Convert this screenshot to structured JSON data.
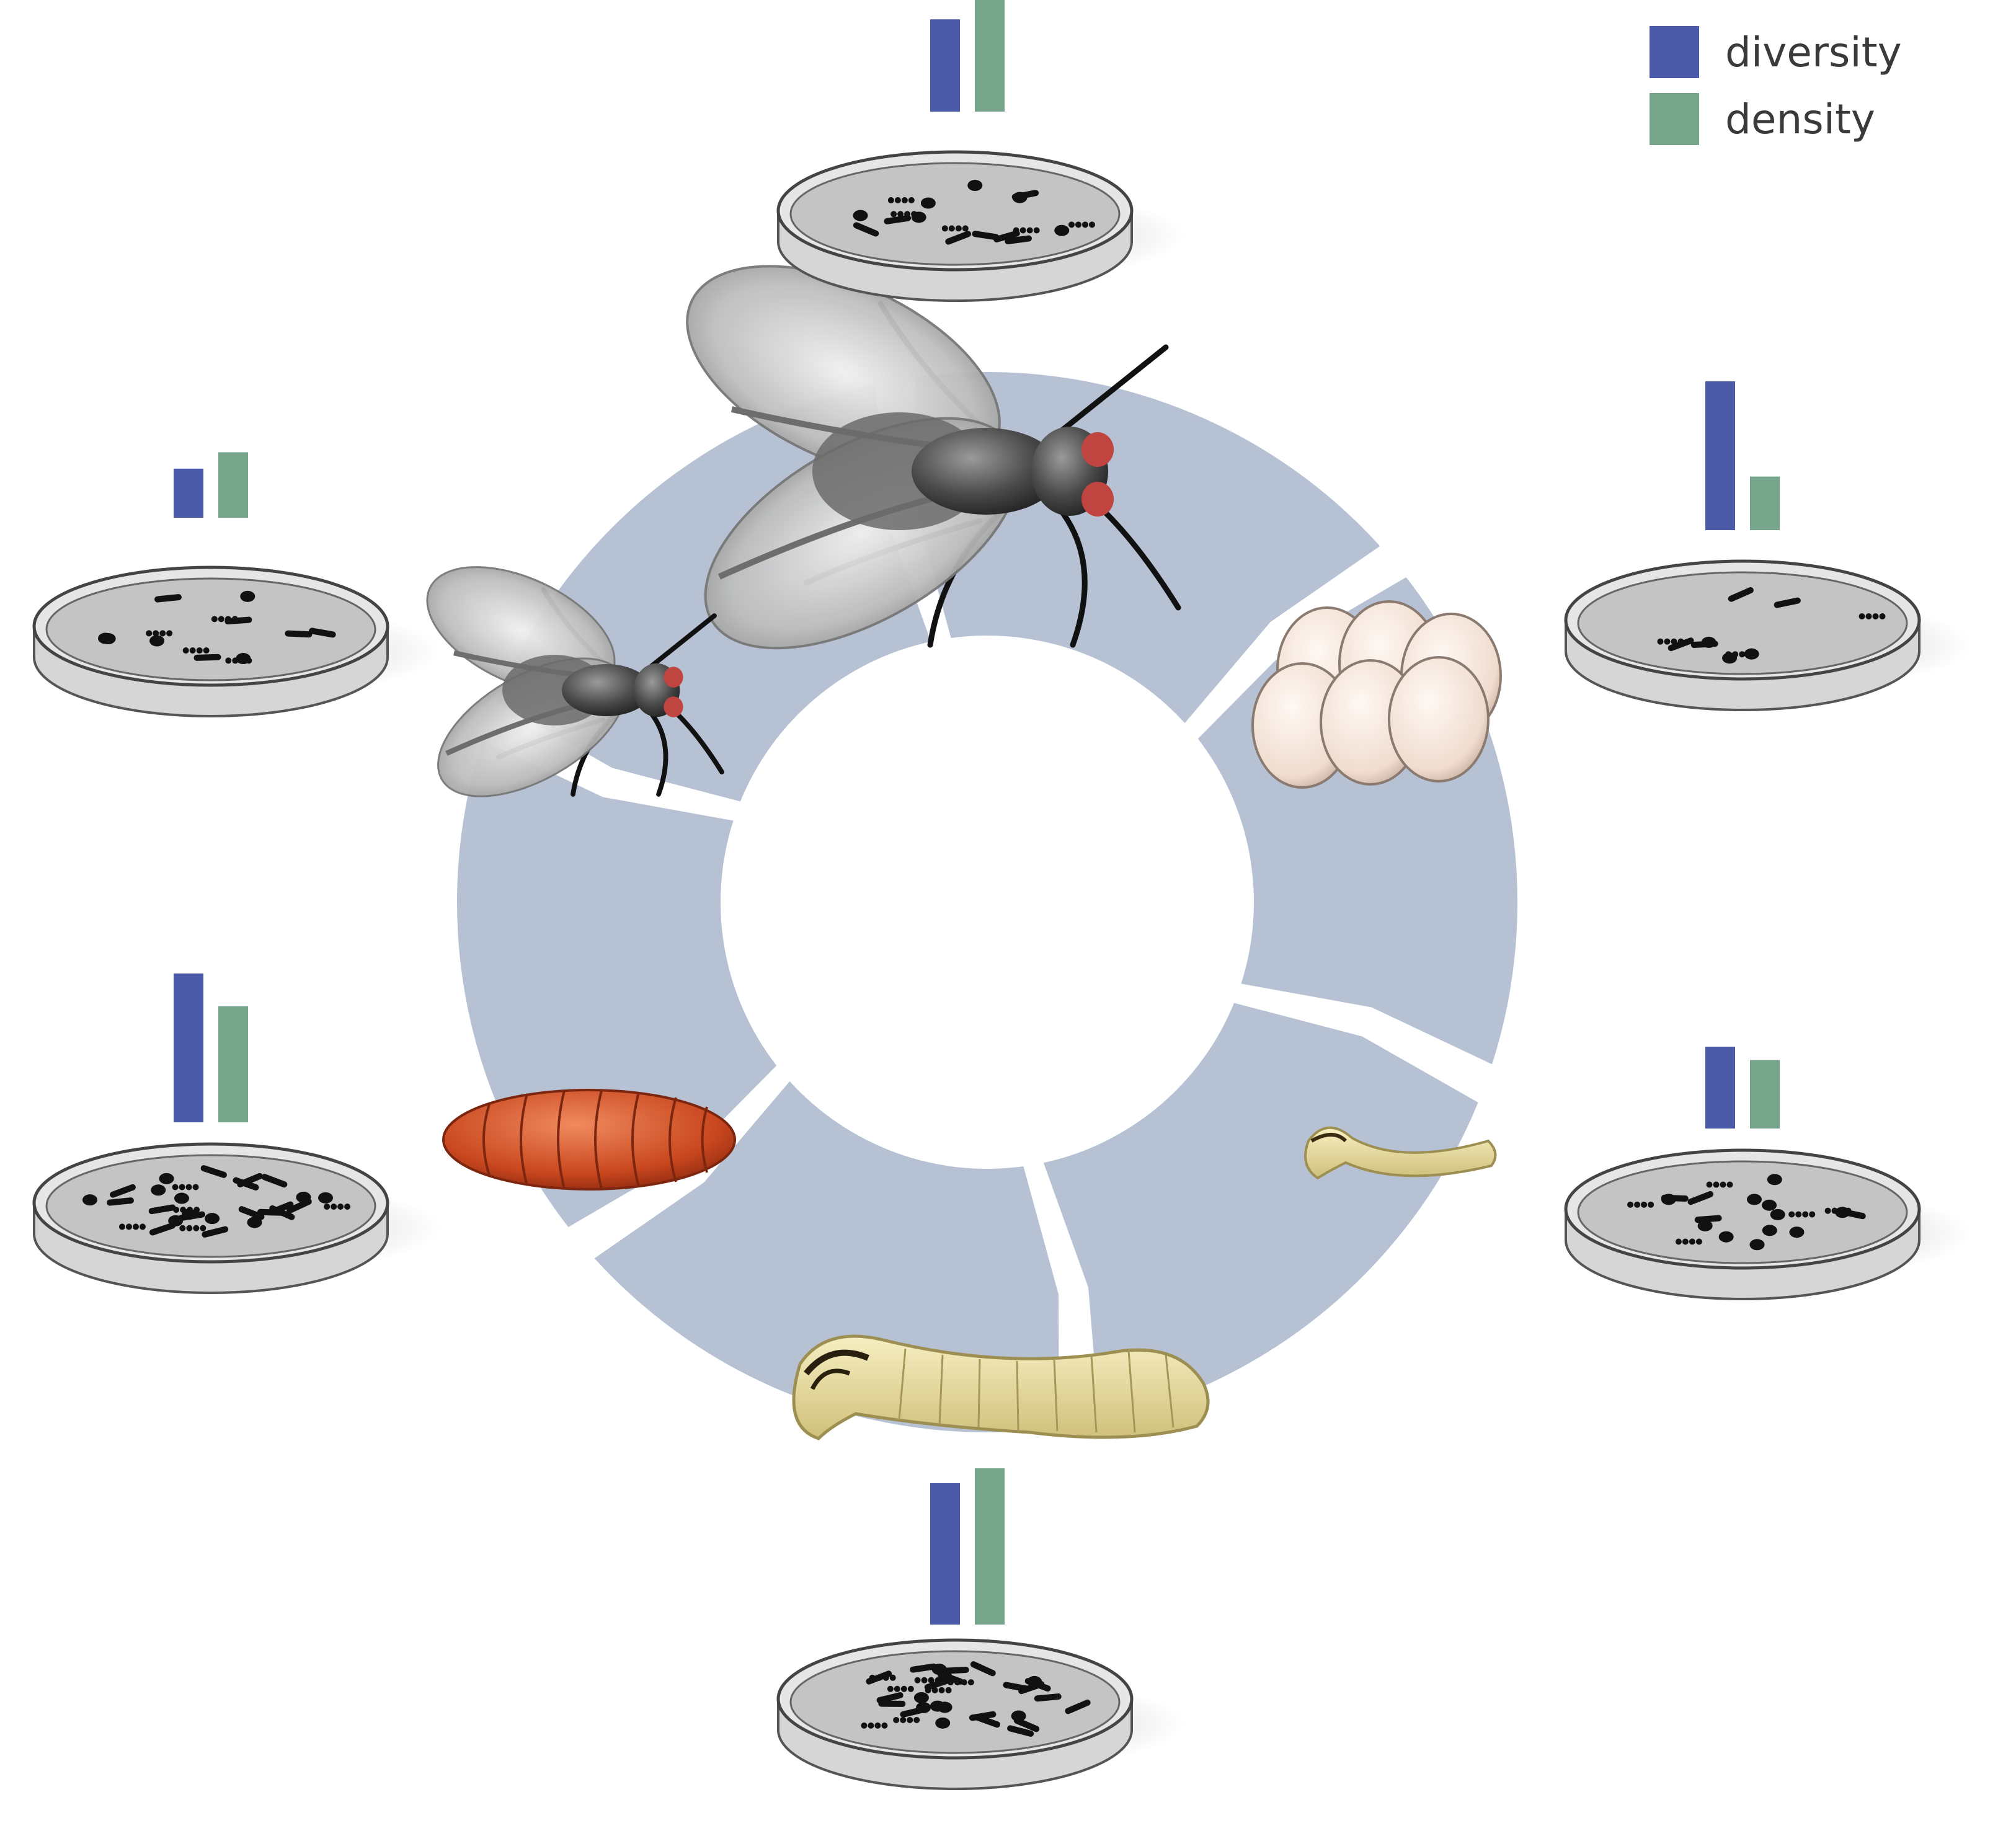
{
  "legend": {
    "items": [
      {
        "label": "diversity",
        "color": "#4a5aa8"
      },
      {
        "label": "density",
        "color": "#76a58b"
      }
    ]
  },
  "colors": {
    "ring": "#b6c1d3",
    "diversity": "#4a5aa8",
    "density": "#76a58b",
    "dish_fill": "#c4c4c4",
    "colony": "#111111",
    "pupa": "#c9471f",
    "larva": "#ede3a8",
    "egg": "#f4e4da"
  },
  "stages": [
    {
      "name": "adult-male",
      "icon": "fly-icon",
      "diversity": 0.62,
      "density": 0.78
    },
    {
      "name": "egg",
      "icon": "eggs-icon",
      "diversity": 1.0,
      "density": 0.36
    },
    {
      "name": "first-instar-larva",
      "icon": "larva-icon",
      "diversity": 0.55,
      "density": 0.46
    },
    {
      "name": "third-instar-larva",
      "icon": "larva-icon",
      "diversity": 0.95,
      "density": 1.05
    },
    {
      "name": "pupa",
      "icon": "pupa-icon",
      "diversity": 1.0,
      "density": 0.78
    },
    {
      "name": "adult-female",
      "icon": "fly-icon",
      "diversity": 0.33,
      "density": 0.44
    }
  ]
}
